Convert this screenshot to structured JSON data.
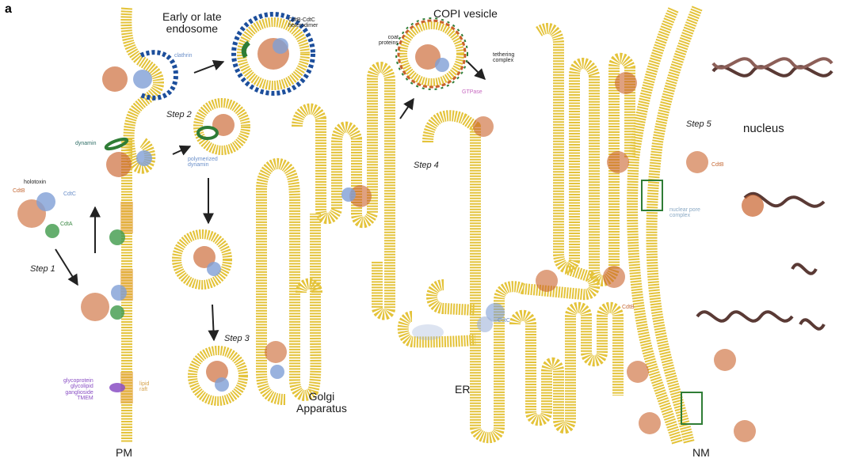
{
  "figure": {
    "panel_label": "a",
    "compartments": {
      "endosome": "Early or late\nendosome",
      "copi": "COPI vesicle",
      "nucleus": "nucleus",
      "golgi": "Golgi\nApparatus",
      "er": "ER",
      "pm": "PM",
      "nm": "NM"
    },
    "steps": [
      "Step 1",
      "Step 2",
      "Step 3",
      "Step 4",
      "Step 5"
    ],
    "annotations": {
      "clathrin": "clathrin",
      "cdcb_cdtc": "CdtB-CdtC\nheterodimer",
      "coat_proteins": "coat\nproteins",
      "tethering_complex": "tethering\ncomplex",
      "gtpase": "GTPase",
      "dynamin": "dynamin",
      "polymerized_dynamin": "polymerized\ndynamin",
      "holotoxin": "holotoxin",
      "cdtb": "CdtB",
      "cdtc": "CdtC",
      "cdta": "CdtA",
      "receptors": "glycoprotein\nglycolipid\nganglioside\nTMEM",
      "lipid_raft": "lipid\nraft",
      "nuclear_pore": "nuclear pore\ncomplex",
      "cdtb_step5": "CdtB",
      "cdtb_er": "CdtB",
      "cdtc_er": "CdtC"
    },
    "colors": {
      "membrane": "#f1d64a",
      "membrane_dark": "#d7b324",
      "cdtb": "#c9622c",
      "cdtc": "#7f9fd6",
      "cdta": "#3f9a4a",
      "clathrin": "#1d4f9c",
      "dynamin": "#2f7d36",
      "dna": "#5a3a35",
      "arrow": "#222222",
      "receptor": "#8a4fc4"
    }
  }
}
